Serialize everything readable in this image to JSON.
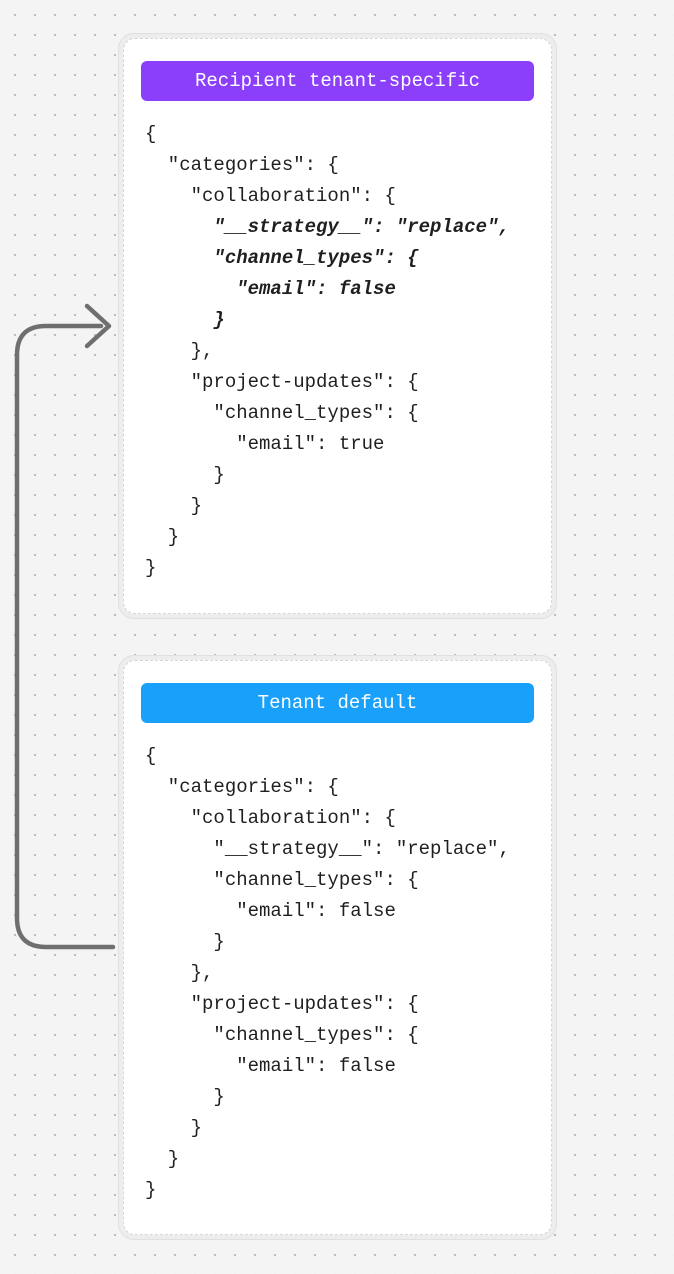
{
  "page": {
    "background_color": "#f4f4f4",
    "dot_color": "#bdbdbd"
  },
  "arrow": {
    "color": "#6f6f6f",
    "points_from": "tenant-default-card",
    "points_to": "recipient-tenant-specific-card"
  },
  "cards": [
    {
      "id": "recipient-tenant-specific",
      "badge_label": "Recipient tenant-specific",
      "badge_color": "#8b3ffa",
      "code_lines": [
        {
          "text": "{",
          "emphasized": false
        },
        {
          "text": "  \"categories\": {",
          "emphasized": false
        },
        {
          "text": "    \"collaboration\": {",
          "emphasized": false
        },
        {
          "text": "      \"__strategy__\": \"replace\",",
          "emphasized": true
        },
        {
          "text": "      \"channel_types\": {",
          "emphasized": true
        },
        {
          "text": "        \"email\": false",
          "emphasized": true
        },
        {
          "text": "      }",
          "emphasized": true
        },
        {
          "text": "    },",
          "emphasized": false
        },
        {
          "text": "    \"project-updates\": {",
          "emphasized": false
        },
        {
          "text": "      \"channel_types\": {",
          "emphasized": false
        },
        {
          "text": "        \"email\": true",
          "emphasized": false
        },
        {
          "text": "      }",
          "emphasized": false
        },
        {
          "text": "    }",
          "emphasized": false
        },
        {
          "text": "  }",
          "emphasized": false
        },
        {
          "text": "}",
          "emphasized": false
        }
      ]
    },
    {
      "id": "tenant-default",
      "badge_label": "Tenant default",
      "badge_color": "#18a0fb",
      "code_lines": [
        {
          "text": "{",
          "emphasized": false
        },
        {
          "text": "  \"categories\": {",
          "emphasized": false
        },
        {
          "text": "    \"collaboration\": {",
          "emphasized": false
        },
        {
          "text": "      \"__strategy__\": \"replace\",",
          "emphasized": false
        },
        {
          "text": "      \"channel_types\": {",
          "emphasized": false
        },
        {
          "text": "        \"email\": false",
          "emphasized": false
        },
        {
          "text": "      }",
          "emphasized": false
        },
        {
          "text": "    },",
          "emphasized": false
        },
        {
          "text": "    \"project-updates\": {",
          "emphasized": false
        },
        {
          "text": "      \"channel_types\": {",
          "emphasized": false
        },
        {
          "text": "        \"email\": false",
          "emphasized": false
        },
        {
          "text": "      }",
          "emphasized": false
        },
        {
          "text": "    }",
          "emphasized": false
        },
        {
          "text": "  }",
          "emphasized": false
        },
        {
          "text": "}",
          "emphasized": false
        }
      ]
    }
  ]
}
